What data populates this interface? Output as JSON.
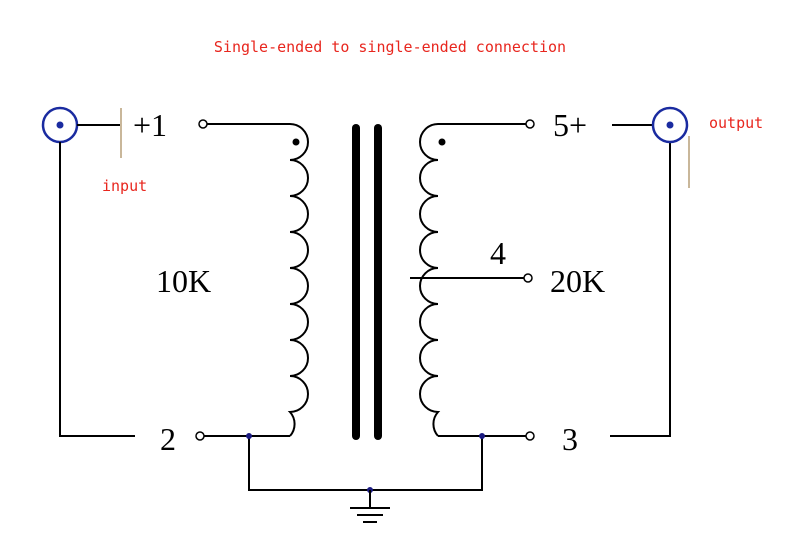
{
  "diagram": {
    "title": "Single-ended to single-ended connection",
    "input_label": "input",
    "output_label": "output",
    "primary": {
      "pin1": "+1",
      "pin2": "2",
      "impedance": "10K"
    },
    "secondary": {
      "pin5": "5+",
      "pin4": "4",
      "pin3": "3",
      "impedance": "20K"
    },
    "colors": {
      "labels": "#e8261e",
      "jack": "#1a2ba0",
      "wires": "#000000"
    }
  }
}
